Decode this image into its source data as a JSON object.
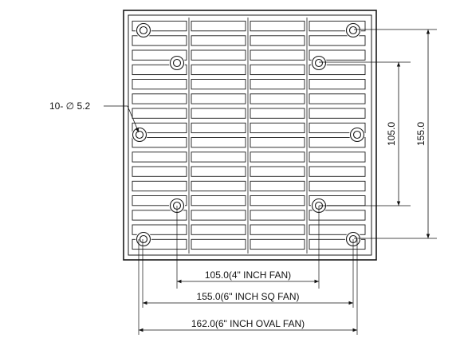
{
  "drawing": {
    "hole_callout": "10- ∅ 5.2",
    "dimensions": {
      "inner_vertical": "105.0",
      "outer_vertical": "155.0",
      "fan_4in": "105.0(4\" INCH  FAN)",
      "fan_6in_sq": "155.0(6\" INCH SQ FAN)",
      "fan_6in_oval": "162.0(6\" INCH OVAL FAN)"
    },
    "grille": {
      "columns": 4,
      "slot_rows": 16
    },
    "line_color": "#1a1a1a",
    "background_color": "#ffffff"
  }
}
